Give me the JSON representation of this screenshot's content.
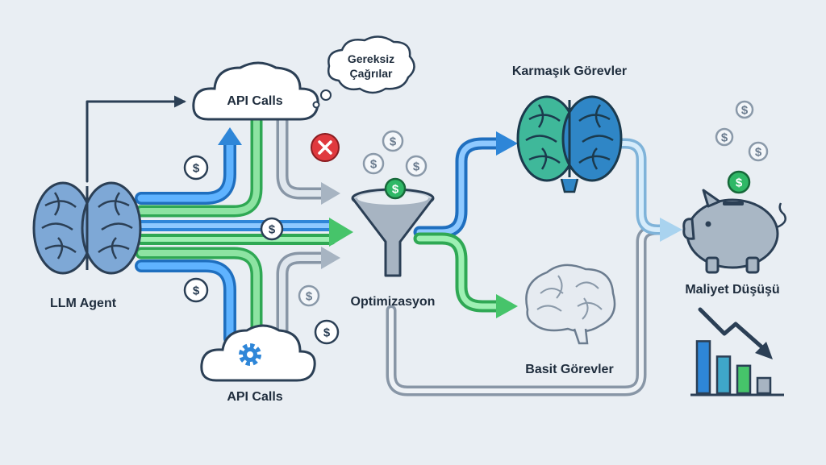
{
  "labels": {
    "agent": "LLM Agent",
    "api_top": "API Calls",
    "api_bottom": "API Calls",
    "thought": [
      "Gereksiz",
      "Çağrılar"
    ],
    "optimization": "Optimizasyon",
    "complex": "Karmaşık Görevler",
    "simple": "Basit Görevler",
    "cost": "Maliyet Düşüşü"
  },
  "coin_symbol": "$",
  "icons": {
    "agent": "brain-icon",
    "complex": "brain-icon",
    "simple": "brain-icon",
    "api_top": "cloud-icon",
    "api_bottom": "cloud-gear-icon",
    "reject": "close-icon",
    "funnel": "funnel-icon",
    "savings": "piggy-bank-icon",
    "trend": "trend-down-chart-icon"
  },
  "colors": {
    "blue": "#2e86d8",
    "green": "#46c46a",
    "gray": "#a7b4c2",
    "red": "#e0393e",
    "dark": "#1f2d3d",
    "coin_green": "#2fb866"
  },
  "cost_bars": [
    0.85,
    0.6,
    0.45,
    0.25
  ]
}
